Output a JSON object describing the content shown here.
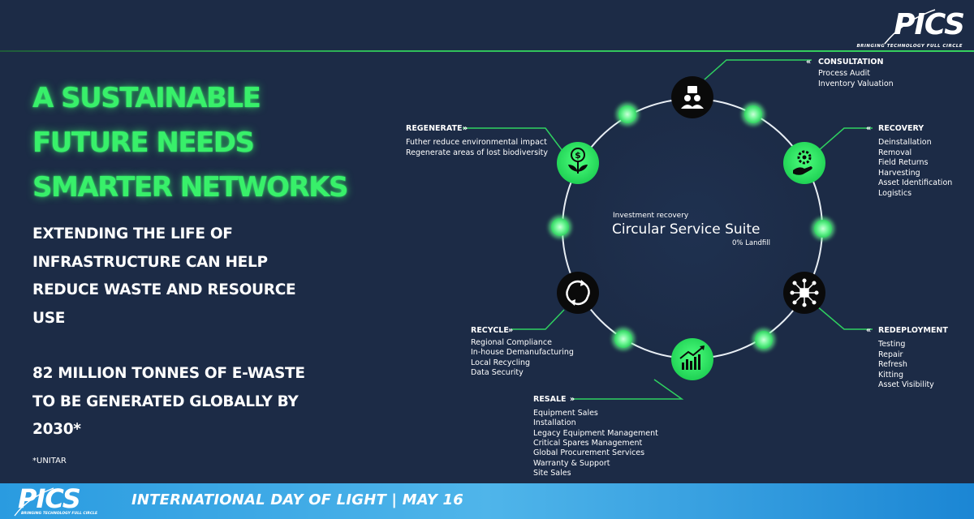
{
  "brand": {
    "logo_text": "PICS",
    "tagline": "BRINGING TECHNOLOGY FULL CIRCLE"
  },
  "headline": {
    "line1": "A SUSTAINABLE",
    "line2": "FUTURE NEEDS",
    "line3": "SMARTER NETWORKS"
  },
  "subtext": {
    "line1": "EXTENDING THE LIFE OF",
    "line2": "INFRASTRUCTURE CAN HELP",
    "line3": "REDUCE WASTE AND RESOURCE",
    "line4": "USE"
  },
  "stat": {
    "line1": "82 MILLION TONNES OF E-WASTE",
    "line2": "TO BE GENERATED GLOBALLY BY",
    "line3": "2030*"
  },
  "source_note": "*UNITAR",
  "circle": {
    "subtitle": "Investment recovery",
    "title": "Circular Service Suite",
    "note": "0% Landfill"
  },
  "stages": {
    "consultation": {
      "title": "CONSULTATION",
      "items": [
        "Process Audit",
        "Inventory Valuation"
      ],
      "icon": "people-icon"
    },
    "recovery": {
      "title": "RECOVERY",
      "items": [
        "Deinstallation",
        "Removal",
        "Field Returns",
        "Harvesting",
        "Asset Identification",
        "Logistics"
      ],
      "icon": "gear-hand-icon"
    },
    "redeployment": {
      "title": "REDEPLOYMENT",
      "items": [
        "Testing",
        "Repair",
        "Refresh",
        "Kitting",
        "Asset Visibility"
      ],
      "icon": "network-chip-icon"
    },
    "resale": {
      "title": "RESALE",
      "items": [
        "Equipment Sales",
        "Installation",
        "Legacy Equipment Management",
        "Critical Spares Management",
        "Global Procurement Services",
        "Warranty & Support",
        "Site Sales"
      ],
      "icon": "growth-chart-icon"
    },
    "recycle": {
      "title": "RECYCLE",
      "items": [
        "Regional Compliance",
        "In-house Demanufacturing",
        "Local Recycling",
        "Data Security"
      ],
      "icon": "recycle-arrows-icon"
    },
    "regenerate": {
      "title": "REGENERATE",
      "items": [
        "Futher reduce environmental impact",
        "Regenerate areas of lost biodiversity"
      ],
      "icon": "money-plant-icon"
    }
  },
  "colors": {
    "background": "#1c2b46",
    "accent_green": "#38f06a",
    "footer_blue": "#3aa7e6"
  },
  "footer": {
    "logo_text": "PICS",
    "tagline": "BRINGING TECHNOLOGY FULL CIRCLE",
    "text": "INTERNATIONAL DAY OF LIGHT | MAY 16"
  }
}
